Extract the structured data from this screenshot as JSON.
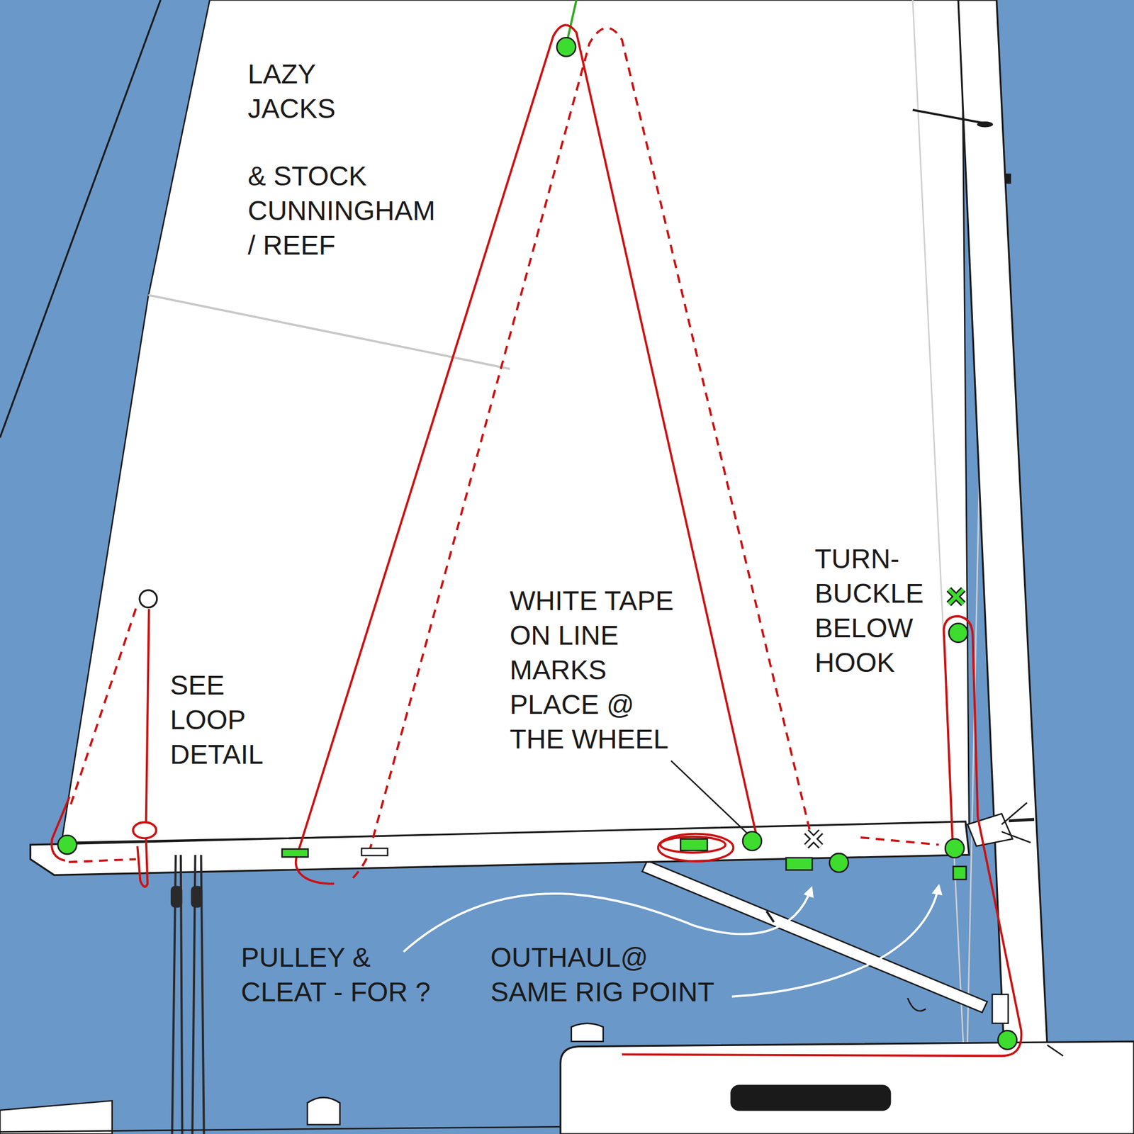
{
  "diagram": {
    "labels": [
      "LAZY JACKS",
      "& STOCK CUNNINGHAM / REEF",
      "SEE LOOP DETAIL",
      "WHITE TAPE ON LINE MARKS PLACE @ THE WHEEL",
      "TURN- BUCKLE BELOW HOOK",
      "PULLEY & CLEAT - FOR ?",
      "OUTHAUL@ SAME RIG POINT"
    ]
  }
}
